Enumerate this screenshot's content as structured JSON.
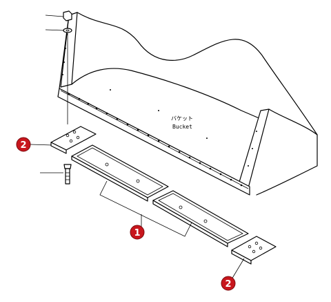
{
  "diagram": {
    "bucket_label_jp": "バケット",
    "bucket_label_en": "Bucket",
    "callouts": [
      {
        "id": "callout-2-left",
        "number": "2"
      },
      {
        "id": "callout-1",
        "number": "1"
      },
      {
        "id": "callout-2-right",
        "number": "2"
      }
    ]
  }
}
